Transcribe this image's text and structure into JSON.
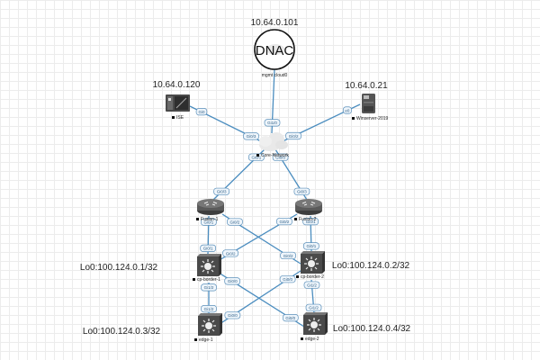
{
  "diagram": {
    "type": "network-topology",
    "link_color": "#4b8dbf",
    "nodes": [
      {
        "id": "dnac",
        "label": "mgmt cloud0",
        "title": "DNAC",
        "ip": "10.64.0.101",
        "icon": "dnac-circle-icon"
      },
      {
        "id": "ise",
        "label": "ISE",
        "ip": "10.64.0.120",
        "icon": "appliance-icon"
      },
      {
        "id": "winserver",
        "label": "Winserver-2019",
        "ip": "10.64.0.21",
        "icon": "server-tower-icon"
      },
      {
        "id": "core",
        "label": "Core-Network",
        "icon": "cloud-icon"
      },
      {
        "id": "fusion1",
        "label": "Fusion-1",
        "icon": "router-icon"
      },
      {
        "id": "fusion2",
        "label": "Fusion-2",
        "icon": "router-icon"
      },
      {
        "id": "cpborder1",
        "label": "cp-border-1",
        "loopback": "Lo0:100.124.0.1/32",
        "icon": "l3-switch-icon"
      },
      {
        "id": "cpborder2",
        "label": "cp-border-2",
        "loopback": "Lo0:100.124.0.2/32",
        "icon": "l3-switch-icon"
      },
      {
        "id": "edge1",
        "label": "edge-1",
        "loopback": "Lo0:100.124.0.3/32",
        "icon": "l3-switch-icon"
      },
      {
        "id": "edge2",
        "label": "edge-2",
        "loopback": "Lo0:100.124.0.4/32",
        "icon": "l3-switch-icon"
      }
    ],
    "links": [
      {
        "from": "dnac",
        "to": "core",
        "from_if": "",
        "to_if": "Gi1/0"
      },
      {
        "from": "ise",
        "to": "core",
        "from_if": "Gi0",
        "to_if": "Gi0/3"
      },
      {
        "from": "winserver",
        "to": "core",
        "from_if": "e0",
        "to_if": "Gi0/2"
      },
      {
        "from": "core",
        "to": "fusion1",
        "from_if": "Gi0/1",
        "to_if": "Gi0/3"
      },
      {
        "from": "core",
        "to": "fusion2",
        "from_if": "Gi0/0",
        "to_if": "Gi0/3"
      },
      {
        "from": "fusion1",
        "to": "cpborder1",
        "from_if": "Gi0/1",
        "to_if": "Gi0/1"
      },
      {
        "from": "fusion2",
        "to": "cpborder2",
        "from_if": "Gi0/1",
        "to_if": "Gi0/1"
      },
      {
        "from": "fusion1",
        "to": "cpborder2",
        "from_if": "Gi0/2",
        "to_if": "Gi0/2"
      },
      {
        "from": "fusion2",
        "to": "cpborder1",
        "from_if": "Gi0/2",
        "to_if": "Gi0/2"
      },
      {
        "from": "cpborder1",
        "to": "edge1",
        "from_if": "Gi1/2",
        "to_if": "Gi1/2"
      },
      {
        "from": "cpborder2",
        "to": "edge2",
        "from_if": "Gi1/2",
        "to_if": "Gi1/2"
      },
      {
        "from": "cpborder1",
        "to": "edge2",
        "from_if": "Gi0/0",
        "to_if": "Gi0/0"
      },
      {
        "from": "cpborder2",
        "to": "edge1",
        "from_if": "Gi0/0",
        "to_if": "Gi0/0"
      }
    ]
  }
}
